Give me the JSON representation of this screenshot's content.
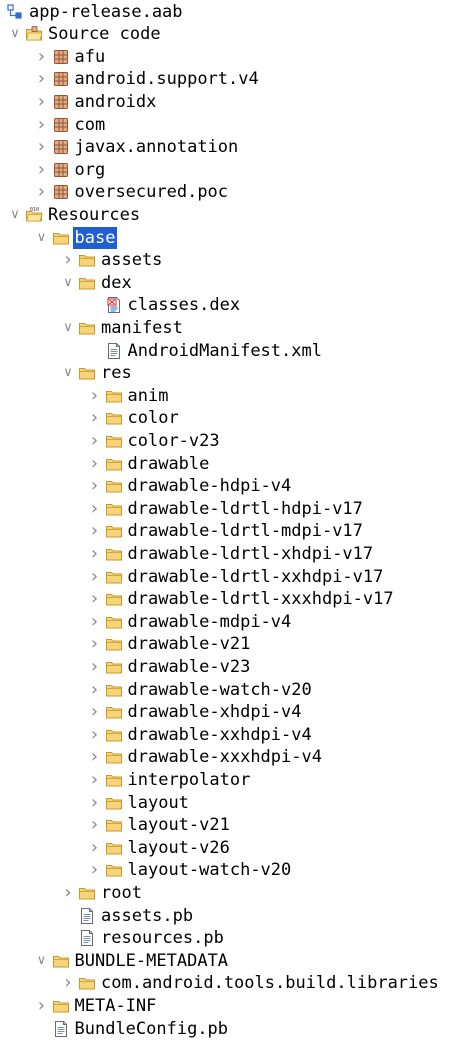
{
  "colors": {
    "folder_fill": "#f6d57a",
    "folder_stroke": "#c99a2b",
    "package_fill": "#d9b08c",
    "package_stroke": "#a0522d",
    "selection": "#1f5fd1",
    "chevron": "#8a8a8a"
  },
  "tree": [
    {
      "label": "app-release.aab",
      "depth": 0,
      "chevron": "none",
      "icon": "project-icon"
    },
    {
      "label": "Source code",
      "depth": 0,
      "chevron": "expanded",
      "icon": "source-folder-icon"
    },
    {
      "label": "afu",
      "depth": 1,
      "chevron": "collapsed",
      "icon": "package-icon"
    },
    {
      "label": "android.support.v4",
      "depth": 1,
      "chevron": "collapsed",
      "icon": "package-icon"
    },
    {
      "label": "androidx",
      "depth": 1,
      "chevron": "collapsed",
      "icon": "package-icon"
    },
    {
      "label": "com",
      "depth": 1,
      "chevron": "collapsed",
      "icon": "package-icon"
    },
    {
      "label": "javax.annotation",
      "depth": 1,
      "chevron": "collapsed",
      "icon": "package-icon"
    },
    {
      "label": "org",
      "depth": 1,
      "chevron": "collapsed",
      "icon": "package-icon"
    },
    {
      "label": "oversecured.poc",
      "depth": 1,
      "chevron": "collapsed",
      "icon": "package-icon"
    },
    {
      "label": "Resources",
      "depth": 0,
      "chevron": "expanded",
      "icon": "resources-folder-icon"
    },
    {
      "label": "base",
      "depth": 1,
      "chevron": "expanded",
      "icon": "folder-icon",
      "selected": true
    },
    {
      "label": "assets",
      "depth": 2,
      "chevron": "collapsed",
      "icon": "folder-icon"
    },
    {
      "label": "dex",
      "depth": 2,
      "chevron": "expanded",
      "icon": "folder-icon"
    },
    {
      "label": "classes.dex",
      "depth": 3,
      "chevron": "none",
      "icon": "dex-file-icon"
    },
    {
      "label": "manifest",
      "depth": 2,
      "chevron": "expanded",
      "icon": "folder-icon"
    },
    {
      "label": "AndroidManifest.xml",
      "depth": 3,
      "chevron": "none",
      "icon": "file-icon"
    },
    {
      "label": "res",
      "depth": 2,
      "chevron": "expanded",
      "icon": "folder-icon"
    },
    {
      "label": "anim",
      "depth": 3,
      "chevron": "collapsed",
      "icon": "folder-icon"
    },
    {
      "label": "color",
      "depth": 3,
      "chevron": "collapsed",
      "icon": "folder-icon"
    },
    {
      "label": "color-v23",
      "depth": 3,
      "chevron": "collapsed",
      "icon": "folder-icon"
    },
    {
      "label": "drawable",
      "depth": 3,
      "chevron": "collapsed",
      "icon": "folder-icon"
    },
    {
      "label": "drawable-hdpi-v4",
      "depth": 3,
      "chevron": "collapsed",
      "icon": "folder-icon"
    },
    {
      "label": "drawable-ldrtl-hdpi-v17",
      "depth": 3,
      "chevron": "collapsed",
      "icon": "folder-icon"
    },
    {
      "label": "drawable-ldrtl-mdpi-v17",
      "depth": 3,
      "chevron": "collapsed",
      "icon": "folder-icon"
    },
    {
      "label": "drawable-ldrtl-xhdpi-v17",
      "depth": 3,
      "chevron": "collapsed",
      "icon": "folder-icon"
    },
    {
      "label": "drawable-ldrtl-xxhdpi-v17",
      "depth": 3,
      "chevron": "collapsed",
      "icon": "folder-icon"
    },
    {
      "label": "drawable-ldrtl-xxxhdpi-v17",
      "depth": 3,
      "chevron": "collapsed",
      "icon": "folder-icon"
    },
    {
      "label": "drawable-mdpi-v4",
      "depth": 3,
      "chevron": "collapsed",
      "icon": "folder-icon"
    },
    {
      "label": "drawable-v21",
      "depth": 3,
      "chevron": "collapsed",
      "icon": "folder-icon"
    },
    {
      "label": "drawable-v23",
      "depth": 3,
      "chevron": "collapsed",
      "icon": "folder-icon"
    },
    {
      "label": "drawable-watch-v20",
      "depth": 3,
      "chevron": "collapsed",
      "icon": "folder-icon"
    },
    {
      "label": "drawable-xhdpi-v4",
      "depth": 3,
      "chevron": "collapsed",
      "icon": "folder-icon"
    },
    {
      "label": "drawable-xxhdpi-v4",
      "depth": 3,
      "chevron": "collapsed",
      "icon": "folder-icon"
    },
    {
      "label": "drawable-xxxhdpi-v4",
      "depth": 3,
      "chevron": "collapsed",
      "icon": "folder-icon"
    },
    {
      "label": "interpolator",
      "depth": 3,
      "chevron": "collapsed",
      "icon": "folder-icon"
    },
    {
      "label": "layout",
      "depth": 3,
      "chevron": "collapsed",
      "icon": "folder-icon"
    },
    {
      "label": "layout-v21",
      "depth": 3,
      "chevron": "collapsed",
      "icon": "folder-icon"
    },
    {
      "label": "layout-v26",
      "depth": 3,
      "chevron": "collapsed",
      "icon": "folder-icon"
    },
    {
      "label": "layout-watch-v20",
      "depth": 3,
      "chevron": "collapsed",
      "icon": "folder-icon"
    },
    {
      "label": "root",
      "depth": 2,
      "chevron": "collapsed",
      "icon": "folder-icon"
    },
    {
      "label": "assets.pb",
      "depth": 2,
      "chevron": "none",
      "icon": "file-icon"
    },
    {
      "label": "resources.pb",
      "depth": 2,
      "chevron": "none",
      "icon": "file-icon"
    },
    {
      "label": "BUNDLE-METADATA",
      "depth": 1,
      "chevron": "expanded",
      "icon": "folder-icon"
    },
    {
      "label": "com.android.tools.build.libraries",
      "depth": 2,
      "chevron": "collapsed",
      "icon": "folder-icon"
    },
    {
      "label": "META-INF",
      "depth": 1,
      "chevron": "collapsed",
      "icon": "folder-icon"
    },
    {
      "label": "BundleConfig.pb",
      "depth": 1,
      "chevron": "none",
      "icon": "file-icon"
    }
  ]
}
